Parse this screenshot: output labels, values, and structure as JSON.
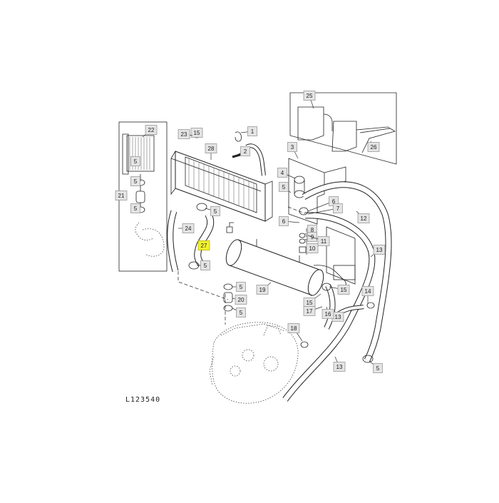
{
  "diagram": {
    "reference_code": "L123540",
    "highlighted_part": "27",
    "highlight_color": "#f2f230",
    "callouts": [
      {
        "id": "c1",
        "label": "1"
      },
      {
        "id": "c2",
        "label": "2"
      },
      {
        "id": "c3",
        "label": "3"
      },
      {
        "id": "c4",
        "label": "4"
      },
      {
        "id": "c5a",
        "label": "5"
      },
      {
        "id": "c5b",
        "label": "5"
      },
      {
        "id": "c5c",
        "label": "5"
      },
      {
        "id": "c5d",
        "label": "5"
      },
      {
        "id": "c5e",
        "label": "5"
      },
      {
        "id": "c5f",
        "label": "5"
      },
      {
        "id": "c5g",
        "label": "5"
      },
      {
        "id": "c5h",
        "label": "5"
      },
      {
        "id": "c5i",
        "label": "5"
      },
      {
        "id": "c6a",
        "label": "6"
      },
      {
        "id": "c6b",
        "label": "6"
      },
      {
        "id": "c7",
        "label": "7"
      },
      {
        "id": "c8",
        "label": "8"
      },
      {
        "id": "c9",
        "label": "9"
      },
      {
        "id": "c10",
        "label": "10"
      },
      {
        "id": "c11",
        "label": "11"
      },
      {
        "id": "c12",
        "label": "12"
      },
      {
        "id": "c13a",
        "label": "13"
      },
      {
        "id": "c13b",
        "label": "13"
      },
      {
        "id": "c13c",
        "label": "13"
      },
      {
        "id": "c14",
        "label": "14"
      },
      {
        "id": "c15a",
        "label": "15"
      },
      {
        "id": "c15b",
        "label": "15"
      },
      {
        "id": "c15c",
        "label": "15"
      },
      {
        "id": "c16",
        "label": "16"
      },
      {
        "id": "c17",
        "label": "17"
      },
      {
        "id": "c18",
        "label": "18"
      },
      {
        "id": "c19",
        "label": "19"
      },
      {
        "id": "c20",
        "label": "20"
      },
      {
        "id": "c21",
        "label": "21"
      },
      {
        "id": "c22",
        "label": "22"
      },
      {
        "id": "c23",
        "label": "23"
      },
      {
        "id": "c24",
        "label": "24"
      },
      {
        "id": "c25",
        "label": "25"
      },
      {
        "id": "c26",
        "label": "26"
      },
      {
        "id": "c27",
        "label": "27"
      },
      {
        "id": "c28",
        "label": "28"
      }
    ]
  }
}
